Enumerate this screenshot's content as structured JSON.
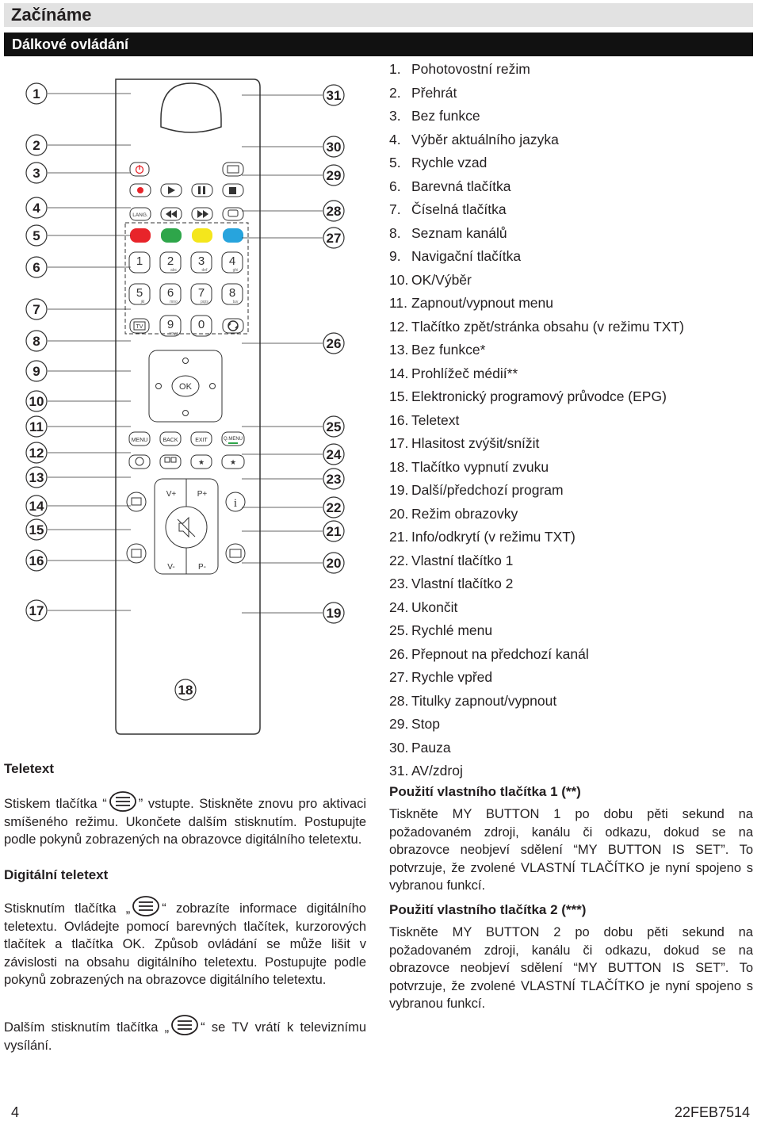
{
  "header": {
    "title": "Začínáme",
    "section": "Dálkové ovládání"
  },
  "remote": {
    "callouts_left": [
      "1",
      "2",
      "3",
      "4",
      "5",
      "6",
      "7",
      "8",
      "9",
      "10",
      "11",
      "12",
      "13",
      "14",
      "15",
      "16",
      "17"
    ],
    "callouts_right": [
      "31",
      "30",
      "29",
      "28",
      "27",
      "26",
      "25",
      "24",
      "23",
      "22",
      "21",
      "20",
      "19"
    ],
    "callout_bottom": "18",
    "buttons": {
      "lang": "LANG.",
      "digits": [
        "1",
        "2",
        "3",
        "4",
        "5",
        "6",
        "7",
        "8",
        "9",
        "0"
      ],
      "digit_letters": [
        "",
        "abc",
        "def",
        "ghi",
        "jkl",
        "mno",
        "pqrs",
        "tuv",
        "wxyz",
        ""
      ],
      "tv": "TV",
      "ok": "OK",
      "menu": "MENU",
      "back": "BACK",
      "exit": "EXIT",
      "qmenu": "Q.MENU",
      "vplus": "V+",
      "pplus": "P+",
      "vminus": "V-",
      "pminus": "P-",
      "info": "i"
    },
    "color_keys": {
      "red": "#e8242a",
      "green": "#2ea64a",
      "yellow": "#f4e61c",
      "blue": "#27a4dd"
    }
  },
  "legend": [
    {
      "num": "1.",
      "text": "Pohotovostní režim"
    },
    {
      "num": "2.",
      "text": "Přehrát"
    },
    {
      "num": "3.",
      "text": "Bez funkce"
    },
    {
      "num": "4.",
      "text": "Výběr aktuálního jazyka"
    },
    {
      "num": "5.",
      "text": "Rychle vzad"
    },
    {
      "num": "6.",
      "text": "Barevná tlačítka"
    },
    {
      "num": "7.",
      "text": "Číselná tlačítka"
    },
    {
      "num": "8.",
      "text": "Seznam kanálů"
    },
    {
      "num": "9.",
      "text": "Navigační tlačítka"
    },
    {
      "num": "10.",
      "text": "OK/Výběr"
    },
    {
      "num": "11.",
      "text": "Zapnout/vypnout menu"
    },
    {
      "num": "12.",
      "text": "Tlačítko zpět/stránka obsahu (v režimu TXT)"
    },
    {
      "num": "13.",
      "text": "Bez funkce*"
    },
    {
      "num": "14.",
      "text": "Prohlížeč médií**"
    },
    {
      "num": "15.",
      "text": "Elektronický programový průvodce (EPG)"
    },
    {
      "num": "16.",
      "text": "Teletext"
    },
    {
      "num": "17.",
      "text": "Hlasitost zvýšit/snížit"
    },
    {
      "num": "18.",
      "text": "Tlačítko vypnutí zvuku"
    },
    {
      "num": "19.",
      "text": "Další/předchozí program"
    },
    {
      "num": "20.",
      "text": "Režim obrazovky"
    },
    {
      "num": "21.",
      "text": "Info/odkrytí (v režimu TXT)"
    },
    {
      "num": "22.",
      "text": "Vlastní tlačítko 1"
    },
    {
      "num": "23.",
      "text": "Vlastní tlačítko 2"
    },
    {
      "num": "24.",
      "text": "Ukončit"
    },
    {
      "num": "25.",
      "text": "Rychlé menu"
    },
    {
      "num": "26.",
      "text": "Přepnout na předchozí kanál"
    },
    {
      "num": "27.",
      "text": "Rychle vpřed"
    },
    {
      "num": "28.",
      "text": "Titulky zapnout/vypnout"
    },
    {
      "num": "29.",
      "text": "Stop"
    },
    {
      "num": "30.",
      "text": "Pauza"
    },
    {
      "num": "31.",
      "text": "AV/zdroj"
    }
  ],
  "my_button_1": {
    "heading": "Použití vlastního tlačítka 1 (**)",
    "text": "Tiskněte MY BUTTON 1 po dobu pěti sekund na požadovaném zdroji, kanálu či odkazu, dokud se na obrazovce neobjeví sdělení “MY BUTTON IS SET”. To potvrzuje, že zvolené VLASTNÍ TLAČÍTKO je nyní spojeno s vybranou funkcí."
  },
  "my_button_2": {
    "heading": "Použití vlastního tlačítka 2 (***)",
    "text": "Tiskněte MY BUTTON 2 po dobu pěti sekund na požadovaném zdroji, kanálu či odkazu, dokud se na obrazovce neobjeví sdělení “MY BUTTON IS SET”. To potvrzuje, že zvolené VLASTNÍ TLAČÍTKO je nyní spojeno s vybranou funkcí."
  },
  "teletext": {
    "heading": "Teletext",
    "p1_before": "Stiskem tlačítka “",
    "p1_after": "” vstupte. Stiskněte znovu pro aktivaci smíšeného režimu. Ukončete dalším stisknutím. Postupujte podle pokynů zobrazených na obrazovce digitálního teletextu.",
    "digital_heading": "Digitální teletext",
    "p2_before": "Stisknutím tlačítka „",
    "p2_after": "“ zobrazíte informace digitálního teletextu. Ovládejte pomocí barevných tlačítek, kurzorových tlačítek a tlačítka OK. Způsob ovládání se může lišit v závislosti na obsahu digitálního teletextu. Postupujte podle pokynů zobrazených na obrazovce digitálního teletextu.",
    "p3_before": "Dalším stisknutím tlačítka „",
    "p3_after": "“ se TV vrátí k televiznímu vysílání."
  },
  "footer": {
    "page": "4",
    "code": "22FEB7514"
  }
}
